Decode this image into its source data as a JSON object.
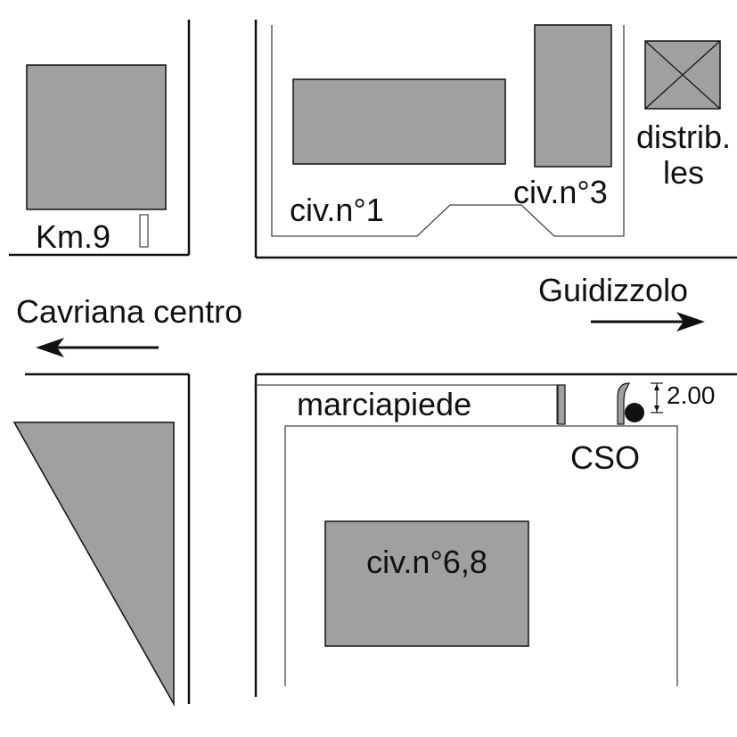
{
  "labels": {
    "km": "Km.9",
    "civ1": "civ.n°1",
    "civ3": "civ.n°3",
    "distrib_line1": "distrib.",
    "distrib_line2": "les",
    "cavriana": "Cavriana centro",
    "guidizzolo": "Guidizzolo",
    "marciapiede": "marciapiede",
    "cso": "CSO",
    "dimension": "2.00",
    "civ68": "civ.n°6,8"
  },
  "colors": {
    "building_fill": "#a0a0a0",
    "line": "#111111",
    "thin_line": "#444444",
    "background": "#ffffff"
  }
}
